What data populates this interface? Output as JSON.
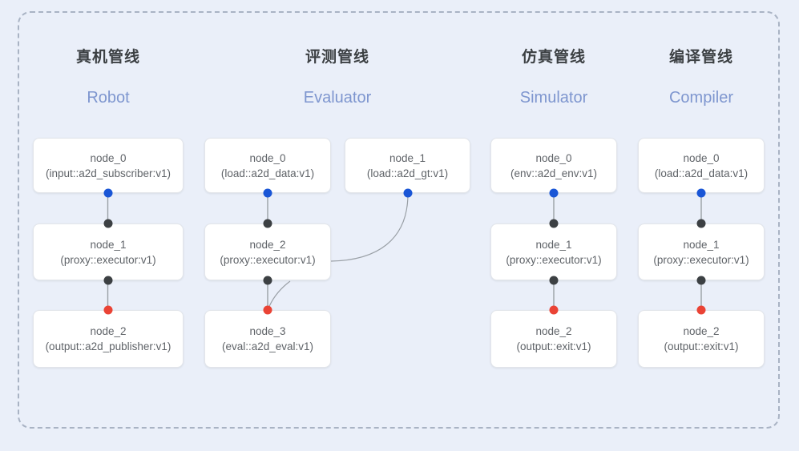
{
  "diagram": {
    "frame": {
      "style": "dashed-rounded-container"
    },
    "columns": [
      {
        "id": "robot",
        "title_cn": "真机管线",
        "title_en": "Robot",
        "nodes": [
          {
            "name": "node_0",
            "type": "(input::a2d_subscriber:v1)"
          },
          {
            "name": "node_1",
            "type": "(proxy::executor:v1)"
          },
          {
            "name": "node_2",
            "type": "(output::a2d_publisher:v1)"
          }
        ]
      },
      {
        "id": "evaluator",
        "title_cn": "评测管线",
        "title_en": "Evaluator",
        "nodes": [
          {
            "name": "node_0",
            "type": "(load::a2d_data:v1)"
          },
          {
            "name": "node_2",
            "type": "(proxy::executor:v1)"
          },
          {
            "name": "node_3",
            "type": "(eval::a2d_eval:v1)"
          },
          {
            "name": "node_1",
            "type": "(load::a2d_gt:v1)"
          }
        ]
      },
      {
        "id": "simulator",
        "title_cn": "仿真管线",
        "title_en": "Simulator",
        "nodes": [
          {
            "name": "node_0",
            "type": "(env::a2d_env:v1)"
          },
          {
            "name": "node_1",
            "type": "(proxy::executor:v1)"
          },
          {
            "name": "node_2",
            "type": "(output::exit:v1)"
          }
        ]
      },
      {
        "id": "compiler",
        "title_cn": "编译管线",
        "title_en": "Compiler",
        "nodes": [
          {
            "name": "node_0",
            "type": "(load::a2d_data:v1)"
          },
          {
            "name": "node_1",
            "type": "(proxy::executor:v1)"
          },
          {
            "name": "node_2",
            "type": "(output::exit:v1)"
          }
        ]
      }
    ],
    "colors": {
      "background": "#eaeff9",
      "node_fill": "#ffffff",
      "frame_border": "#a9b3c4",
      "port_output": "#1a56d6",
      "port_input": "#3c4043",
      "port_terminal": "#ea4335",
      "link": "#9aa0a6",
      "title_cn": "#3c4043",
      "title_en": "#7e96cf",
      "node_text": "#5f6368"
    }
  }
}
